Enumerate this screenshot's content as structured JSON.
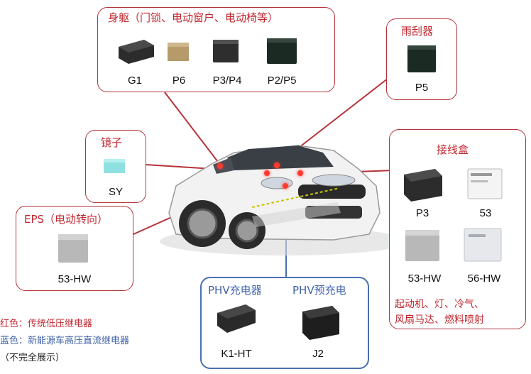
{
  "colors": {
    "red": "#c0262e",
    "blue": "#3f62a8",
    "border_red": "#b5333a",
    "border_blue": "#4a6fb0"
  },
  "body": {
    "title": "身躯（门锁、电动窗户、电动椅等）",
    "items": [
      "G1",
      "P6",
      "P3/P4",
      "P2/P5"
    ]
  },
  "wiper": {
    "title": "雨刮器",
    "items": [
      "P5"
    ]
  },
  "mirror": {
    "title": "镜子",
    "items": [
      "SY"
    ]
  },
  "eps": {
    "title": "EPS（电动转向）",
    "items": [
      "53-HW"
    ]
  },
  "junction": {
    "title": "接线盒",
    "items": [
      "P3",
      "53",
      "53-HW",
      "56-HW"
    ],
    "desc_line1": "起动机、灯、冷气、",
    "desc_line2": "风扇马达、燃料喷射"
  },
  "phv": {
    "charger_title": "PHV充电器",
    "precharge_title": "PHV预充电",
    "items": [
      "K1-HT",
      "J2"
    ]
  },
  "legend": {
    "red_text": "红色：传统低压继电器",
    "blue_text": "蓝色：新能源车高压直流继电器",
    "note": "（不完全展示）"
  }
}
